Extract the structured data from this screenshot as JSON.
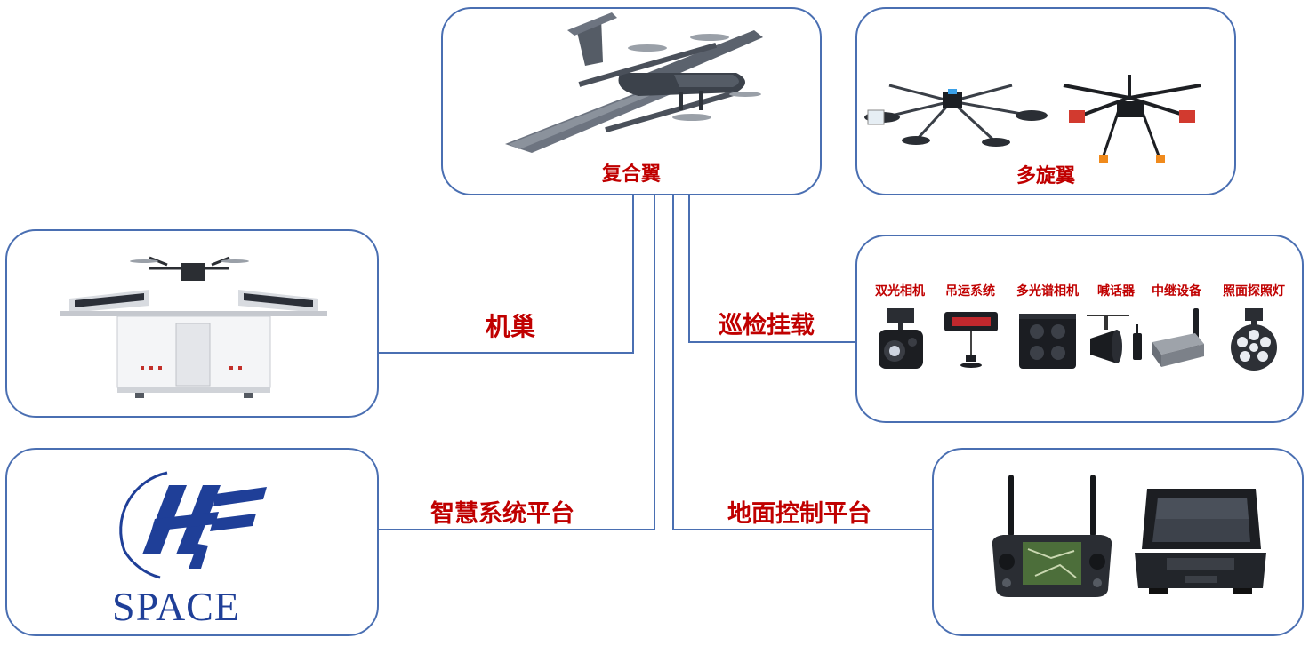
{
  "nodes": {
    "composite_wing": {
      "label": "复合翼"
    },
    "multirotor": {
      "label": "多旋翼"
    },
    "nest": {
      "label": "机巢"
    },
    "smart_platform": {
      "label": "智慧系统平台",
      "logo_text": "SPACE"
    },
    "payload": {
      "label": "巡检挂载",
      "items": [
        {
          "label": "双光相机",
          "icon": "dual-light-camera"
        },
        {
          "label": "吊运系统",
          "icon": "hoist-system"
        },
        {
          "label": "多光谱相机",
          "icon": "multispectral-camera"
        },
        {
          "label": "喊话器",
          "icon": "loudspeaker"
        },
        {
          "label": "中继设备",
          "icon": "relay-device"
        },
        {
          "label": "照面探照灯",
          "icon": "searchlight"
        }
      ]
    },
    "ground_control": {
      "label": "地面控制平台"
    }
  },
  "colors": {
    "border": "#4a6fb2",
    "label": "#c00000",
    "logo_blue": "#1f3f98"
  }
}
